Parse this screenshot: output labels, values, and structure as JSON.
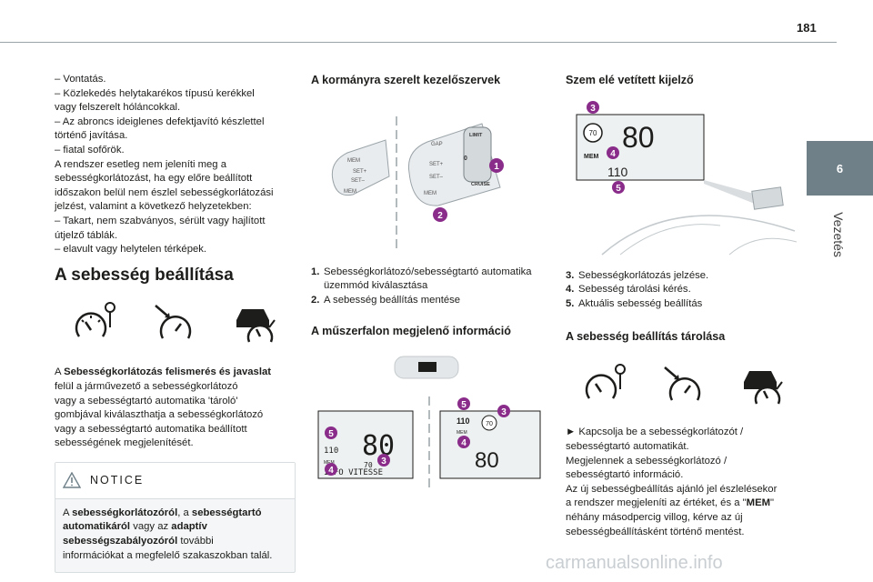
{
  "header": {
    "page_number": "181"
  },
  "chapter": {
    "number": "6",
    "name": "Vezetés"
  },
  "col1": {
    "intro_lines": [
      "– Vontatás.",
      "– Közlekedés helytakarékos típusú kerékkel",
      "vagy felszerelt hóláncokkal.",
      "– Az abroncs ideiglenes defektjavító készlettel",
      "történő javítása.",
      "– fiatal sofőrök.",
      "A rendszer esetleg nem jeleníti meg a",
      "sebességkorlátozást, ha egy előre beállított",
      "időszakon belül nem észlel sebességkorlátozási",
      "jelzést, valamint a következő helyzetekben:",
      "– Takart, nem szabványos, sérült vagy hajlított",
      "útjelző táblák.",
      "– elavult vagy helytelen térképek."
    ],
    "section_title": "A sebesség beállítása",
    "para_bold": "Sebességkorlátozás felismerés és javaslat",
    "para_lead": "A ",
    "para_lines": [
      "felül a járművezető a sebességkorlátozó",
      "vagy a sebességtartó automatika 'tároló'",
      "gombjával kiválaszthatja a sebességkorlátozó",
      "vagy a sebességtartó automatika beállított",
      "sebességének megjelenítését."
    ],
    "notice": {
      "title": "NOTICE",
      "parts": [
        {
          "t": "A ",
          "b": false
        },
        {
          "t": "sebességkorlátozóról",
          "b": true
        },
        {
          "t": ", a ",
          "b": false
        },
        {
          "t": "sebességtartó",
          "b": true
        }
      ],
      "line2_parts": [
        {
          "t": "automatikáról",
          "b": true
        },
        {
          "t": " vagy az ",
          "b": false
        },
        {
          "t": "adaptív",
          "b": true
        }
      ],
      "line3_parts": [
        {
          "t": "sebességszabályozóról",
          "b": true
        },
        {
          "t": " további",
          "b": false
        }
      ],
      "line4": "információkat a megfelelő szakaszokban talál."
    }
  },
  "col2": {
    "title1": "A kormányra szerelt kezelőszervek",
    "stalk_labels": {
      "gap": "GAP",
      "set_plus": "SET+",
      "set_minus": "SET–",
      "mem": "MEM",
      "limit": "LIMIT",
      "cruise": "CRUISE",
      "zero": "0"
    },
    "list": [
      {
        "n": "1.",
        "lines": [
          "Sebességkorlátozó/sebességtartó automatika",
          "üzemmód kiválasztása"
        ]
      },
      {
        "n": "2.",
        "lines": [
          "A sebesség beállítás mentése"
        ]
      }
    ],
    "title2": "A műszerfalon megjelenő információ",
    "cluster_left": {
      "big": "80",
      "small": "110",
      "sign": "70",
      "mem": "MEM",
      "info": "INFO VITESSE"
    },
    "cluster_right": {
      "big": "80",
      "small": "110",
      "sign": "70",
      "mem": "MEM"
    }
  },
  "col3": {
    "title1": "Szem elé vetített kijelző",
    "hud": {
      "big": "80",
      "small": "110",
      "sign": "70",
      "mem": "MEM"
    },
    "list": [
      {
        "n": "3.",
        "lines": [
          "Sebességkorlátozás jelzése."
        ]
      },
      {
        "n": "4.",
        "lines": [
          "Sebesség tárolási kérés."
        ]
      },
      {
        "n": "5.",
        "lines": [
          "Aktuális sebesség beállítás"
        ]
      }
    ],
    "title2": "A sebesség beállítás tárolása",
    "para_lines": [
      "► Kapcsolja be a sebességkorlátozót /",
      "sebességtartó automatikát.",
      "Megjelennek a sebességkorlátozó /",
      "sebességtartó információ.",
      "Az új sebességbeállítás ajánló jel észlelésekor"
    ],
    "para_mem_lead": "a rendszer megjeleníti az értéket, és a \"",
    "para_mem_bold": "MEM",
    "para_mem_tail": "\"",
    "para_tail_lines": [
      "néhány másodpercig villog, kérve az új",
      "sebességbeállításként történő mentést."
    ]
  },
  "badges": {
    "b1": "1",
    "b2": "2",
    "b3": "3",
    "b4": "4",
    "b5": "5"
  },
  "footer": {
    "watermark": "carmanualsonline.info"
  }
}
